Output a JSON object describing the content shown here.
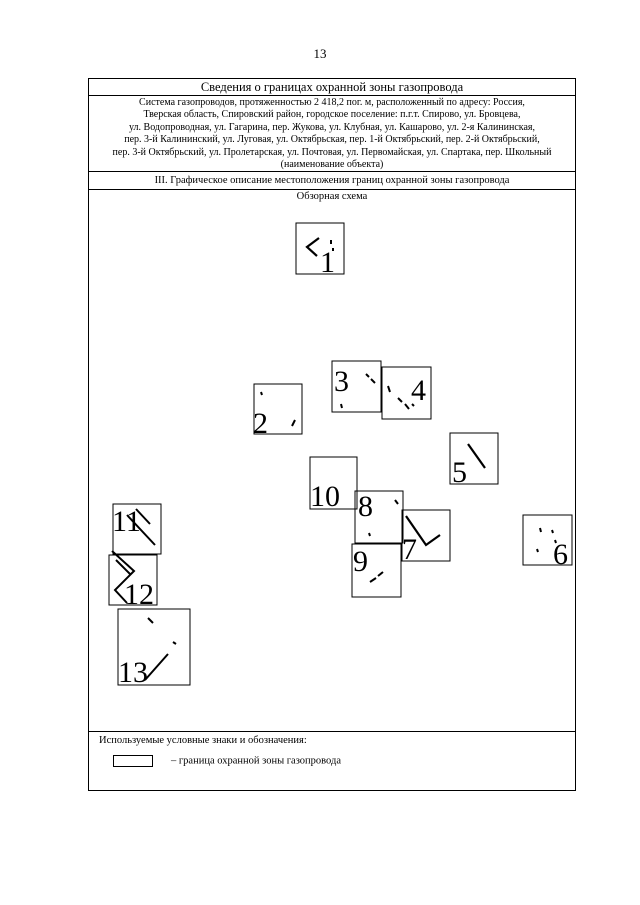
{
  "page": {
    "number": "13"
  },
  "header": {
    "title": "Сведения о границах охранной зоны газопровода",
    "object_lines": [
      "Система газопроводов, протяженностью 2 418,2 пог. м, расположенный по адресу: Россия,",
      "Тверская область, Спировский район, городское поселение: п.г.т. Спирово, ул. Бровцева,",
      "ул. Водопроводная, ул. Гагарина, пер. Жукова, ул. Клубная, ул. Кашарово, ул. 2-я Калининская,",
      "пер. 3-й Калининский, ул. Луговая, ул. Октябрьская, пер. 1-й Октябрьский, пер. 2-й Октябрьский,",
      "пер. 3-й Октябрьский, ул. Пролетарская, ул. Почтовая, ул. Первомайская, ул. Спартака, пер. Школьный"
    ],
    "object_caption": "(наименование объекта)"
  },
  "section": {
    "title": "III. Графическое описание местоположения границ охранной зоны газопровода",
    "scheme_title": "Обзорная схема"
  },
  "scheme": {
    "sheets": [
      {
        "label": "1"
      },
      {
        "label": "2"
      },
      {
        "label": "3"
      },
      {
        "label": "4"
      },
      {
        "label": "5"
      },
      {
        "label": "6"
      },
      {
        "label": "7"
      },
      {
        "label": "8"
      },
      {
        "label": "9"
      },
      {
        "label": "10"
      },
      {
        "label": "11"
      },
      {
        "label": "12"
      },
      {
        "label": "13"
      }
    ]
  },
  "legend": {
    "title": "Используемые условные знаки и обозначения:",
    "items": [
      {
        "label": "–  граница охранной зоны газопровода"
      }
    ]
  }
}
